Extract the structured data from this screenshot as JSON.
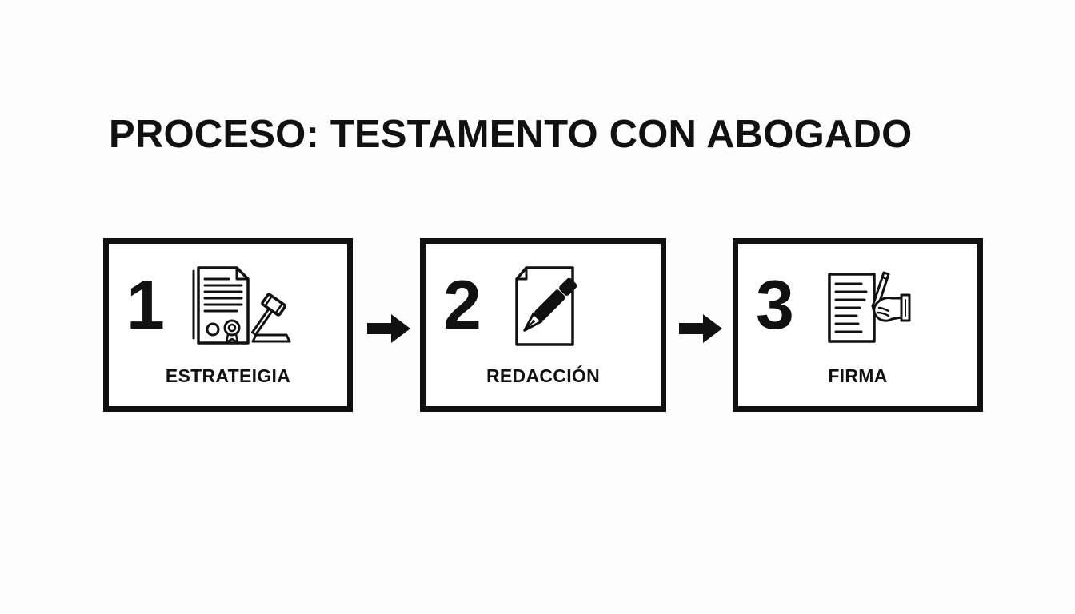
{
  "title": "PROCESO: TESTAMENTO CON ABOGADO",
  "steps": [
    {
      "number": "1",
      "label": "ESTRATEIGIA",
      "icon": "document-gavel-icon"
    },
    {
      "number": "2",
      "label": "REDACCIÓN",
      "icon": "document-pen-icon"
    },
    {
      "number": "3",
      "label": "FIRMA",
      "icon": "hand-signing-icon"
    }
  ],
  "connector_icon": "arrow-right-icon",
  "colors": {
    "background": "#fdfdfd",
    "ink": "#111111",
    "box_fill": "#ffffff"
  }
}
